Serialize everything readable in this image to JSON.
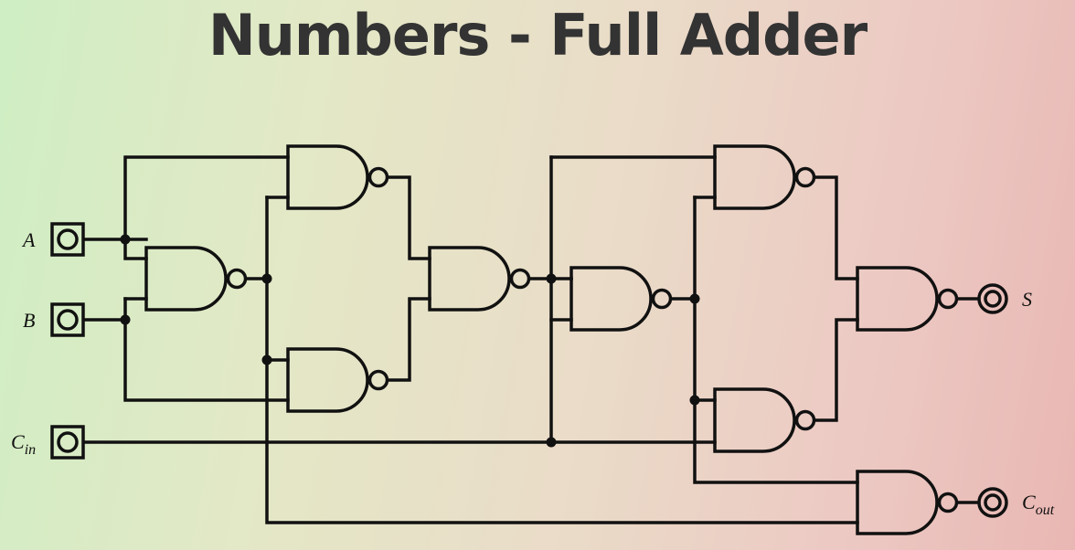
{
  "title": "Numbers - Full Adder",
  "inputs": {
    "a": "A",
    "b": "B",
    "cin": "C",
    "cin_sub": "in"
  },
  "outputs": {
    "s": "S",
    "cout": "C",
    "cout_sub": "out"
  },
  "gates": [
    "nand-1",
    "nand-2",
    "nand-3",
    "nand-4",
    "nand-5",
    "nand-6",
    "nand-7",
    "nand-8",
    "nand-9"
  ]
}
